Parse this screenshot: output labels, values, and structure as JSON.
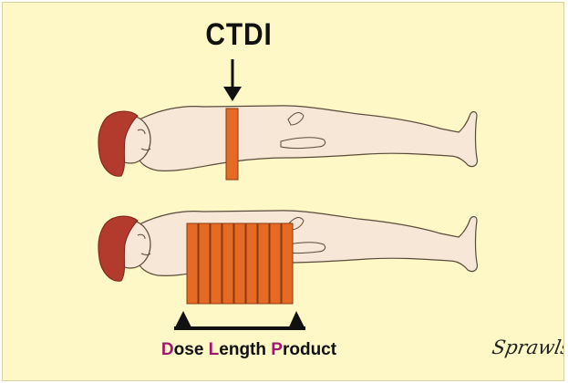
{
  "title": "CTDI",
  "caption": {
    "parts": [
      {
        "text": "D",
        "highlight": true
      },
      {
        "text": "ose ",
        "highlight": false
      },
      {
        "text": "L",
        "highlight": true
      },
      {
        "text": "ength ",
        "highlight": false
      },
      {
        "text": "P",
        "highlight": true
      },
      {
        "text": "roduct",
        "highlight": false
      }
    ]
  },
  "signature": "Sprawls",
  "colors": {
    "background": "#fdf8c6",
    "skin": "#f7e7d6",
    "hair": "#b33b2e",
    "slab": "#e56a24",
    "accent_letter": "#a0186e"
  },
  "icons": [
    "down-arrow-icon",
    "patient-figure-top",
    "patient-figure-bottom",
    "scan-slab",
    "scan-range-bracket"
  ]
}
